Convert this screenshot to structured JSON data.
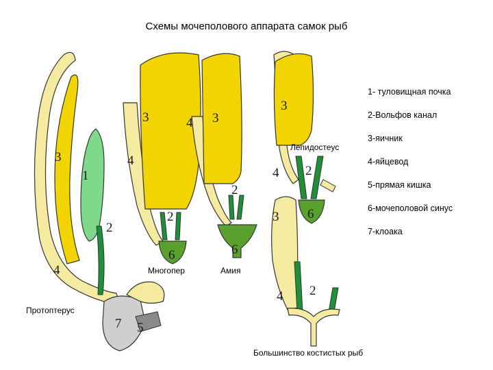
{
  "title": "Схемы мочеполового аппарата самок рыб",
  "legend": [
    "1- туловищная почка",
    "2-Вольфов канал",
    "3-яичник",
    "4-яйцевод",
    "5-прямая кишка",
    "6-мочеполовой синус",
    "7-клоака"
  ],
  "captions": {
    "protopterus": "Протоптерус",
    "polypterus": "Многопер",
    "amia": "Амия",
    "lepisosteus": "Лепидостеус",
    "teleosts": "Большинство костистых рыб"
  },
  "labels": {
    "n1": "1",
    "n2": "2",
    "n3": "3",
    "n4": "4",
    "n5": "5",
    "n6": "6",
    "n7": "7"
  },
  "colors": {
    "ovary": "#f2d400",
    "oviduct": "#f5eba0",
    "kidney": "#7fd98a",
    "wolffian": "#1f8f3a",
    "sinus": "#5aa02c",
    "cloaca": "#cfcfcf",
    "outline": "#333333"
  }
}
